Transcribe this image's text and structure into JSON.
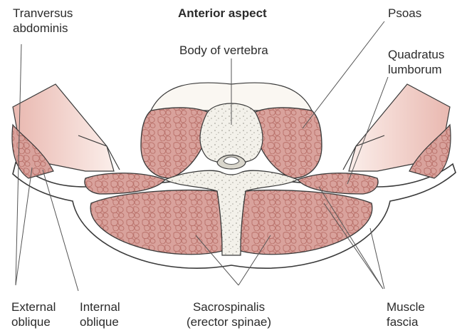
{
  "diagram": {
    "title": "Anterior aspect",
    "labels": {
      "transversus": [
        "Tranversus",
        "abdominis"
      ],
      "body_of_vertebra": "Body of vertebra",
      "psoas": "Psoas",
      "quadratus": [
        "Quadratus",
        "lumborum"
      ],
      "external_oblique": [
        "External",
        "oblique"
      ],
      "internal_oblique": [
        "Internal",
        "oblique"
      ],
      "sacrospinalis": [
        "Sacrospinalis",
        "(erector spinae)"
      ],
      "muscle_fascia": [
        "Muscle",
        "fascia"
      ]
    },
    "colors": {
      "muscle": "#d9a29c",
      "muscle_dark": "#c98880",
      "muscle_texture": "#b9716a",
      "bone": "#f3f1ea",
      "bone_dots": "#b8b6ae",
      "outline": "#3a3a3a",
      "fascia_fill": "#ffffff",
      "cut_skin": "#f6ddd8",
      "leader_line": "#555555"
    }
  }
}
